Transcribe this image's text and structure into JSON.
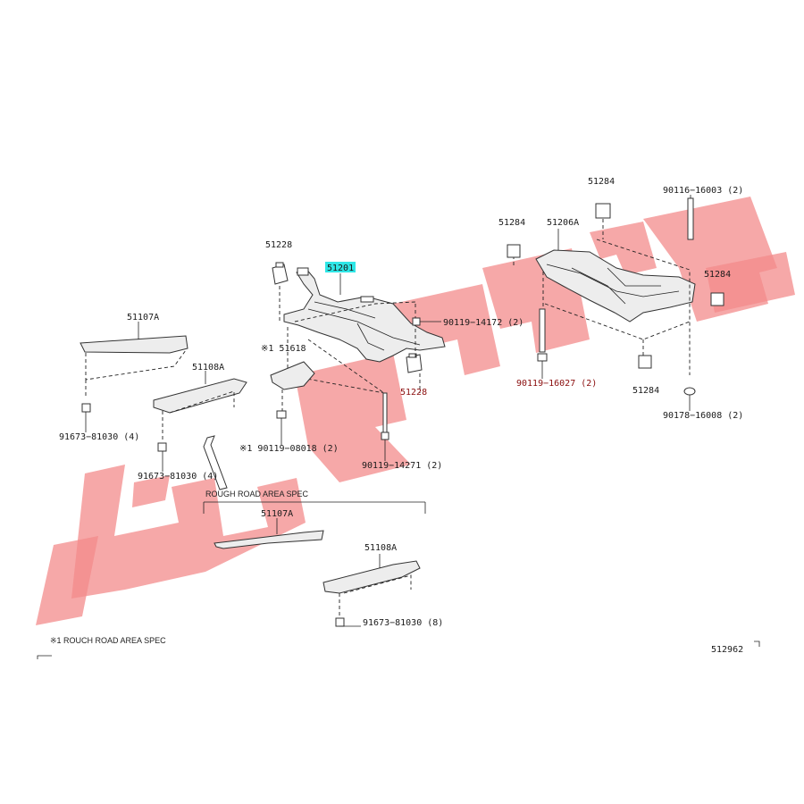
{
  "diagram": {
    "part_codes": {
      "p51228_top": "51228",
      "p51201": "51201",
      "p90119_14172": "90119−14172 (2)",
      "p51107a_top": "51107A",
      "p51108a_top": "51108A",
      "p51618": "※1 51618",
      "p51228_red": "51228",
      "p91673_81030_4a": "91673−81030 (4)",
      "p91673_81030_4b": "91673−81030 (4)",
      "p90119_08018": "※1 90119−08018 (2)",
      "p90119_14271": "90119−14271 (2)",
      "p51284_a": "51284",
      "p51284_b": "51284",
      "p51206a": "51206A",
      "p90116_16003": "90116−16003 (2)",
      "p51284_c": "51284",
      "p90119_16027": "90119−16027 (2)",
      "p51284_d": "51284",
      "p90178_16008": "90178−16008 (2)",
      "p51107a_bottom": "51107A",
      "p51108a_bottom": "51108A",
      "p91673_81030_8": "91673−81030 (8)"
    },
    "rough_road_bracket_label": "ROUGH ROAD AREA SPEC",
    "footnote": "※1  ROUCH ROAD AREA SPEC",
    "figure_id": "512962",
    "highlight_color": "#2ee6e6",
    "red_accent_color": "#8a0d0d"
  },
  "watermark": {
    "color": "#f38b8b"
  }
}
